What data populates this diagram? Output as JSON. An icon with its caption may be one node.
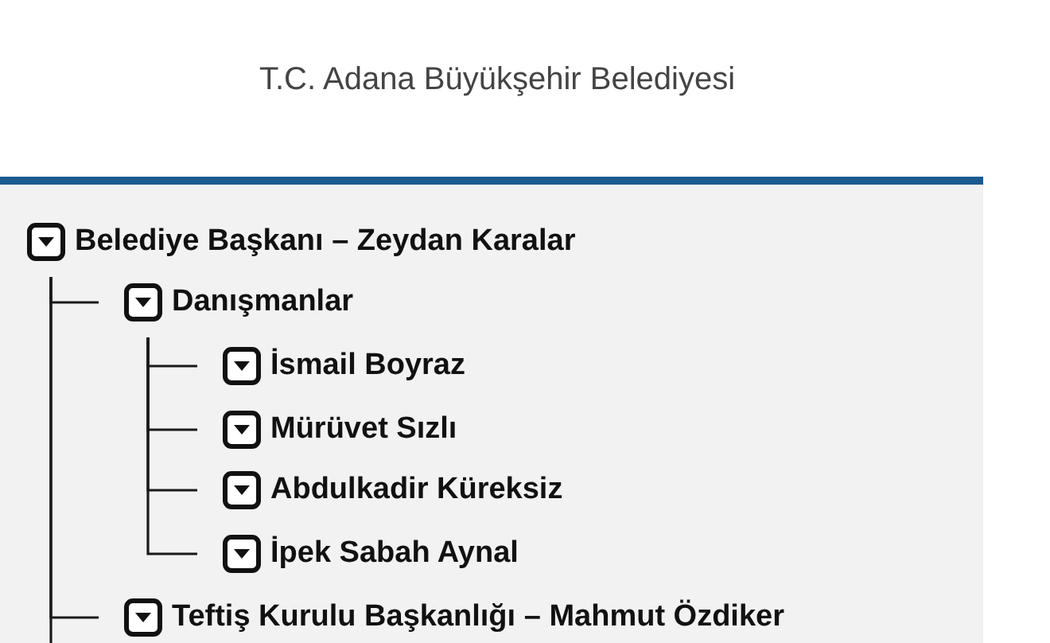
{
  "diagram": {
    "title": "T.C. Adana Büyükşehir Belediyesi",
    "nodes": [
      {
        "text": [
          "Belediye Başkanı – Zeydan Karalar"
        ]
      },
      {
        "text": [
          "Danışmanlar"
        ]
      },
      {
        "text": [
          "İsmail Boyraz"
        ]
      },
      {
        "text": [
          "Mürüvet Sızlı"
        ]
      },
      {
        "text": [
          "Abdulkadir Küreksiz"
        ]
      },
      {
        "text": [
          "İpek Sabah Aynal"
        ]
      },
      {
        "text": [
          "Teftiş Kurulu Başkanlığı – Mahmut Özdiker"
        ]
      }
    ],
    "edges": [
      {
        "from": 0,
        "to": 1,
        "arrow": "none"
      },
      {
        "from": 1,
        "to": 2,
        "arrow": "none"
      },
      {
        "from": 1,
        "to": 3,
        "arrow": "none"
      },
      {
        "from": 1,
        "to": 4,
        "arrow": "none"
      },
      {
        "from": 1,
        "to": 5,
        "arrow": "none"
      },
      {
        "from": 0,
        "to": 6,
        "arrow": "none"
      },
      {
        "from": 0,
        "to": null,
        "arrow": "none"
      }
    ]
  }
}
